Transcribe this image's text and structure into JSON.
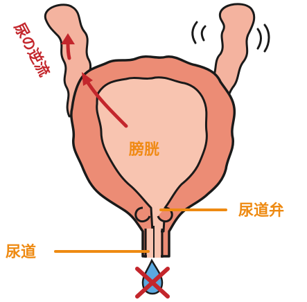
{
  "labels": {
    "reflux": "尿の逆流",
    "bladder": "膀胱",
    "sphincter": "尿道弁",
    "urethra": "尿道"
  },
  "colors": {
    "outline": "#1a1a1a",
    "bladder_outer": "#ec8c75",
    "bladder_inner": "#f8c4b0",
    "ureter": "#f4b39f",
    "reflux_arrow": "#c3262c",
    "label_orange": "#ee8a12",
    "label_bladder": "#f08a14",
    "urine_drop": "#5aa9e0",
    "cross": "#c3262c"
  }
}
